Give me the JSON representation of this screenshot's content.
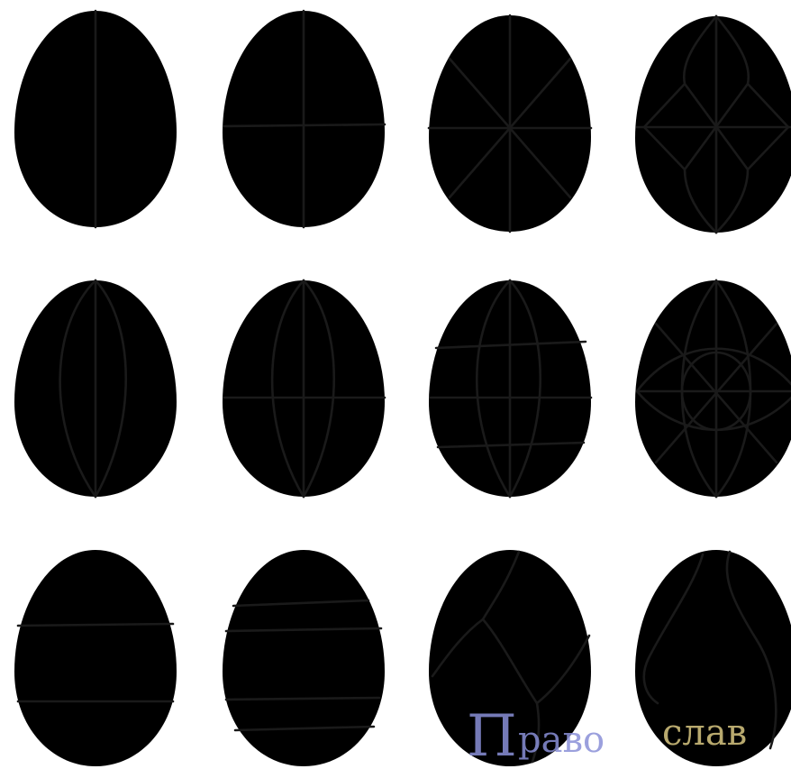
{
  "watermark": {
    "first_letter": "П",
    "middle": "раво",
    "tail": "слав"
  }
}
